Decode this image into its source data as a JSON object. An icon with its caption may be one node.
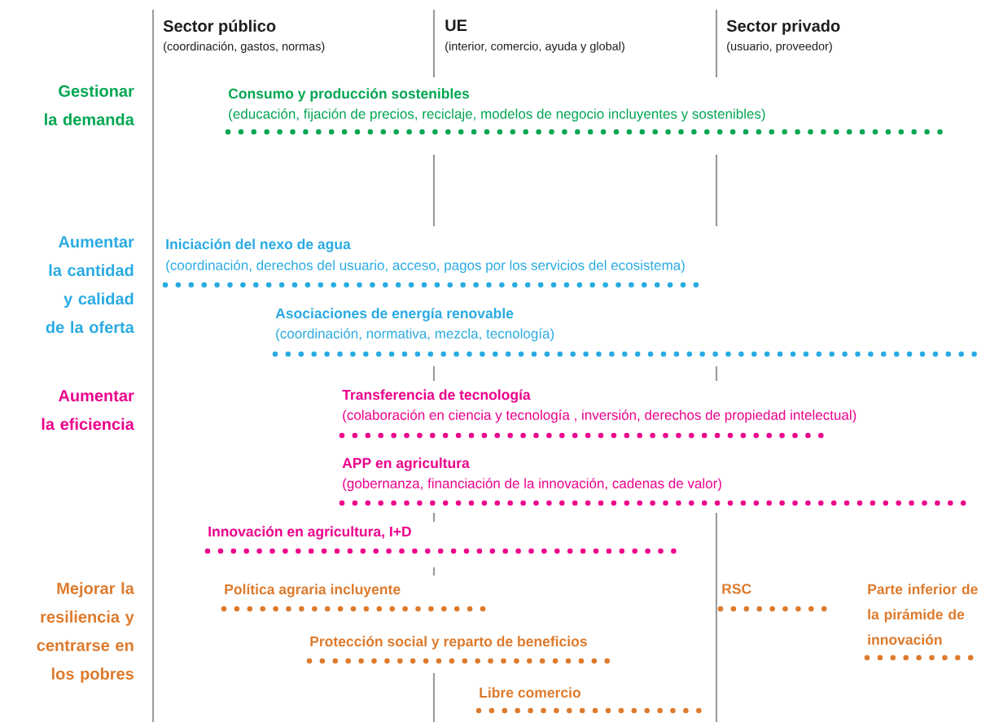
{
  "diagram": {
    "labels": [
      "Sector público",
      "(coordinación, gastos, normas)",
      "UE",
      "(interior, comercio, ayuda y global)",
      "Sector privado",
      "(usuario, proveedor)",
      "Gestionar la demanda",
      "Consumo y producción sostenibles",
      "(educación, fijación de precios, reciclaje, modelos de negocio incluyentes y sostenibles)",
      "Aumentar la cantidad y calidad de la oferta",
      "Iniciación del nexo de agua",
      "(coordinación, derechos del usuario, acceso, pagos por los servicios del ecosistema)",
      "Asociaciones de energía renovable",
      "(coordinación, normativa, mezcla, tecnología)",
      "Aumentar la eficiencia",
      "Transferencia de tecnología",
      "(colaboración en ciencia y tecnología , inversión, derechos de propiedad intelectual)",
      "APP en agricultura",
      "(gobernanza, financiación de la innovación, cadenas de valor)",
      "Innovación en agricultura, I+D",
      "Mejorar la resiliencia y centrarse en los pobres",
      "Política agraria incluyente",
      "RSC",
      "Parte inferior de la pirámide de innovación",
      "Protección social y reparto de beneficios",
      "Libre comercio"
    ]
  }
}
